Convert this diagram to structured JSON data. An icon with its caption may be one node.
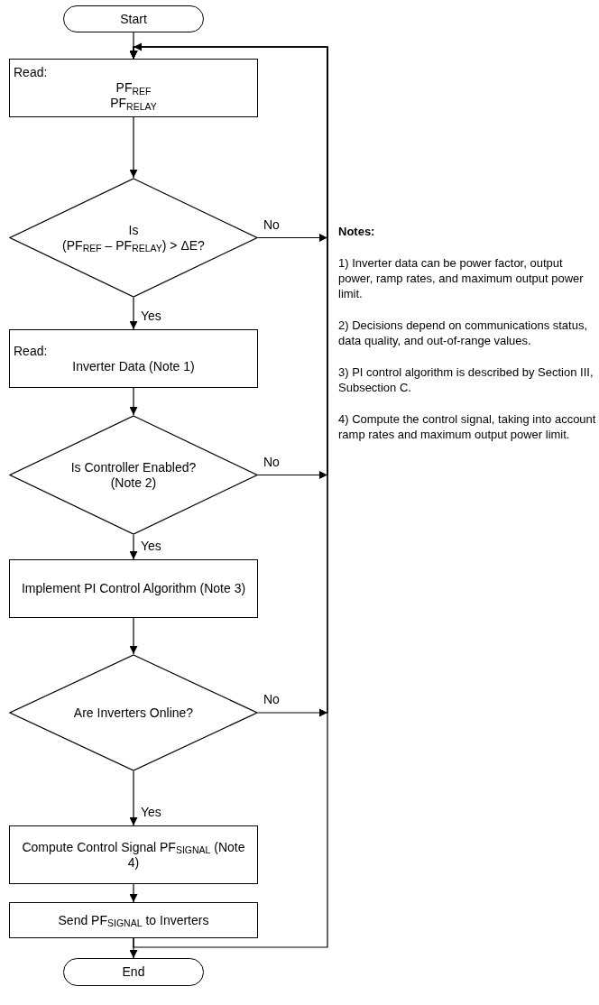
{
  "diagram": {
    "nodes": [
      {
        "text": [
          "Start"
        ]
      },
      {
        "text": [
          "Read:",
          "PF$_{REF}$",
          "PF$_{RELAY}$"
        ]
      },
      {
        "text": [
          "Is",
          "(PF$_{REF}$ – PF$_{RELAY}$) > ΔE?"
        ]
      },
      {
        "text": [
          "Read:",
          "Inverter Data (Note 1)"
        ]
      },
      {
        "text": [
          "Is Controller Enabled? (Note 2)"
        ]
      },
      {
        "text": [
          "Implement PI Control Algorithm (Note 3)"
        ]
      },
      {
        "text": [
          "Are Inverters Online?"
        ]
      },
      {
        "text": [
          "Compute Control Signal PF$_{SIGNAL}$ (Note 4)"
        ]
      },
      {
        "text": [
          "Send PF$_{SIGNAL}$ to Inverters"
        ]
      },
      {
        "text": [
          "End"
        ]
      }
    ],
    "edges": [
      {
        "from": 0,
        "to": 1,
        "arrow": "to"
      },
      {
        "from": 1,
        "to": 2,
        "arrow": "to"
      },
      {
        "from": 2,
        "to": 3,
        "arrow": "to",
        "label": "Yes"
      },
      {
        "from": 2,
        "to": 1,
        "arrow": "to",
        "label": "No"
      },
      {
        "from": 3,
        "to": 4,
        "arrow": "to"
      },
      {
        "from": 4,
        "to": 5,
        "arrow": "to",
        "label": "Yes"
      },
      {
        "from": 4,
        "to": 1,
        "arrow": "to",
        "label": "No"
      },
      {
        "from": 5,
        "to": 6,
        "arrow": "to"
      },
      {
        "from": 6,
        "to": 7,
        "arrow": "to",
        "label": "Yes"
      },
      {
        "from": 6,
        "to": 1,
        "arrow": "to",
        "label": "No"
      },
      {
        "from": 7,
        "to": 8,
        "arrow": "to"
      },
      {
        "from": 8,
        "to": 9,
        "arrow": "to"
      },
      {
        "from": 8,
        "to": 1,
        "arrow": "to"
      }
    ],
    "labels": [
      "Notes:",
      "1) Inverter data can be power factor, output power, ramp rates, and maximum output power limit.",
      "2) Decisions depend on communications status, data quality, and out-of-range values.",
      "3) PI control algorithm is described by Section III, Subsection C.",
      "4) Compute the control signal, taking into account ramp rates and maximum output power limit."
    ]
  }
}
